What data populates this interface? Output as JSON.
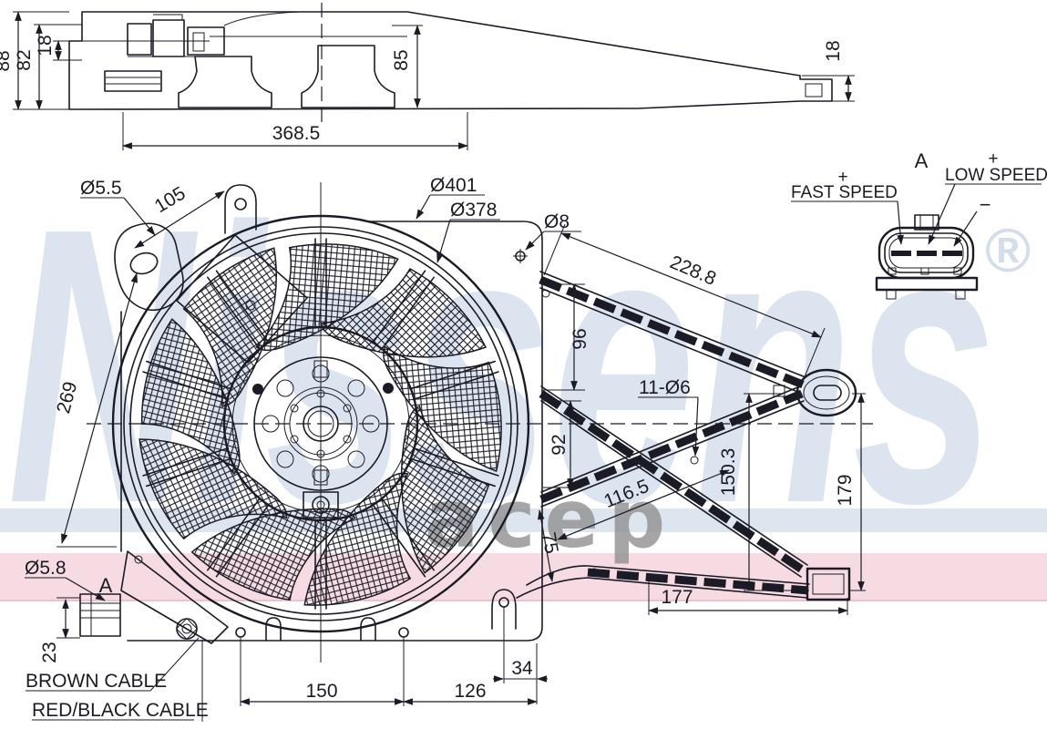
{
  "meta": {
    "brand_watermark": "Nissens",
    "registered_mark": "®",
    "store_watermark": "асер",
    "line_color": "#1b1b26",
    "band_pink": "#f6dce2",
    "band_blue": "#dde5ef",
    "watermark_blue": "#dbe4ef"
  },
  "side_view": {
    "h_overall": "88",
    "h_shroud": "82",
    "h_top": "18",
    "h_motor": "85",
    "w_overall": "368.5",
    "h_bracket": "18"
  },
  "front_view": {
    "hole_small": "Ø5.5",
    "pitch_top": "105",
    "dia_outer": "Ø401",
    "dia_ring": "Ø378",
    "hole_top": "Ø8",
    "h_left": "269",
    "hole_bottom": "Ø5.8",
    "section": "A",
    "h_connector": "23",
    "pitch_bottom_1": "150",
    "pitch_bottom_2": "126",
    "pitch_bottom_3": "34"
  },
  "frame": {
    "len_arm": "228.8",
    "gap_top": "96",
    "gap_mid": "92",
    "holes": "11-Ø6",
    "h_inner": "150.3",
    "len_diag": "116.5",
    "h_outer": "179",
    "drop": "75",
    "len_bottom": "177"
  },
  "connector": {
    "view_label": "A",
    "fast_label": "FAST SPEED",
    "fast_sign": "+",
    "low_label": "LOW SPEED",
    "low_sign": "+",
    "minus_sign": "−"
  },
  "cables": {
    "brown": "BROWN CABLE",
    "red_black": "RED/BLACK CABLE"
  }
}
